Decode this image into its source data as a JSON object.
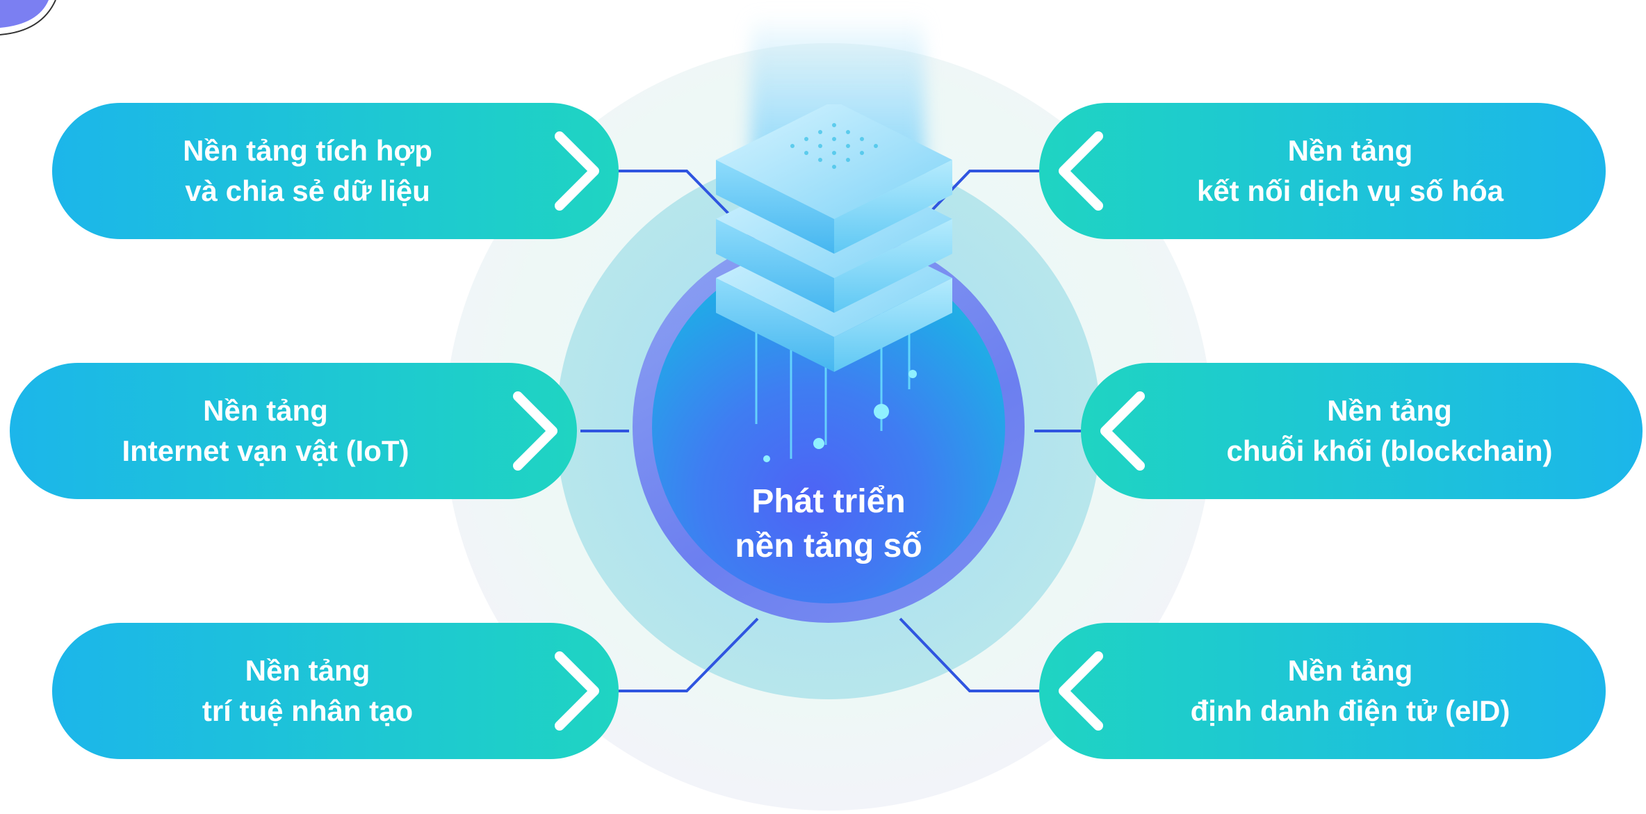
{
  "center": {
    "line1": "Phát triển",
    "line2": "nền tảng số"
  },
  "left_items": [
    {
      "line1": "Nền tảng tích hợp",
      "line2": "và chia sẻ dữ liệu",
      "icon": "chevron-right-icon"
    },
    {
      "line1": "Nền tảng",
      "line2": "Internet vạn vật (IoT)",
      "icon": "chevron-right-icon"
    },
    {
      "line1": "Nền tảng",
      "line2": "trí tuệ nhân tạo",
      "icon": "chevron-right-icon"
    }
  ],
  "right_items": [
    {
      "line1": "Nền tảng",
      "line2": "kết nối dịch vụ số hóa",
      "icon": "chevron-left-icon"
    },
    {
      "line1": "Nền tảng",
      "line2": "chuỗi khối (blockchain)",
      "icon": "chevron-left-icon"
    },
    {
      "line1": "Nền tảng",
      "line2": "định danh điện tử (eID)",
      "icon": "chevron-left-icon"
    }
  ],
  "colors": {
    "pill_teal": "#1fd4c2",
    "pill_blue": "#1cb6ea",
    "connector": "#2f55e0",
    "core_blue": "#3f7df2"
  }
}
